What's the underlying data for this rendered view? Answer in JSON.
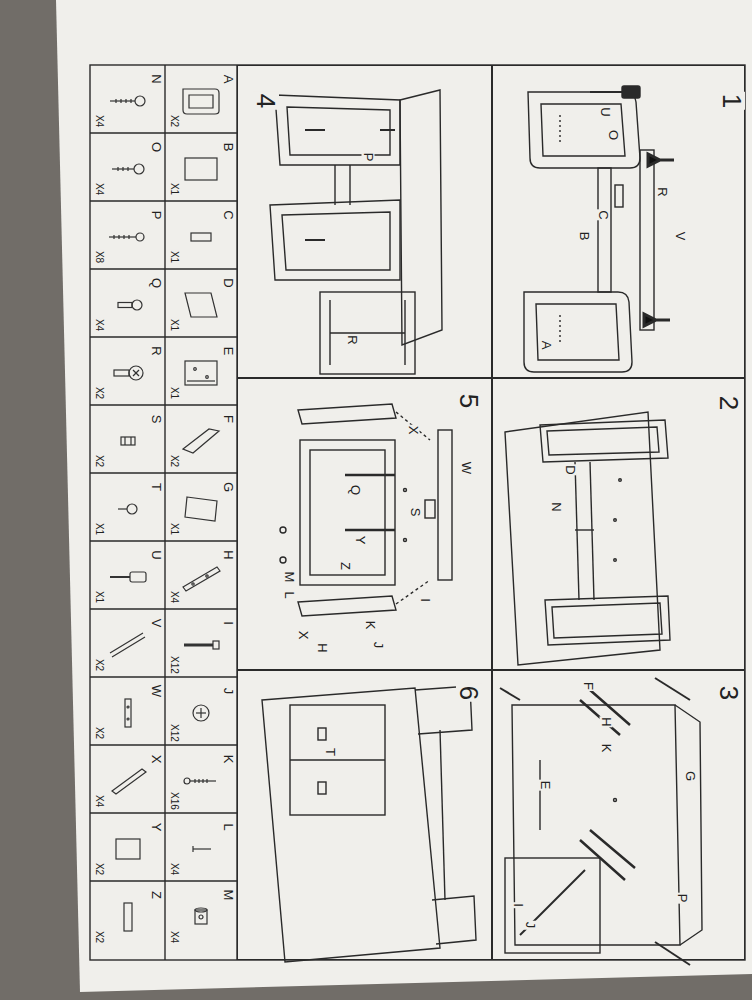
{
  "diagram": {
    "nodes": [
      {
        "text": [
          "1"
        ]
      },
      {
        "text": [
          "2"
        ]
      },
      {
        "text": [
          "3"
        ]
      },
      {
        "text": [
          "4"
        ]
      },
      {
        "text": [
          "5"
        ]
      },
      {
        "text": [
          "6"
        ]
      }
    ],
    "labels": [
      "U",
      "O",
      "R",
      "C",
      "V",
      "B",
      "A",
      "D",
      "N",
      "F",
      "H",
      "K",
      "G",
      "E",
      "P",
      "I",
      "J",
      "P",
      "R",
      "X",
      "W",
      "Q",
      "S",
      "Y",
      "Z",
      "M",
      "L",
      "I",
      "K",
      "J",
      "X",
      "H",
      "T",
      "A",
      "X2",
      "N",
      "X4",
      "B",
      "X1",
      "O",
      "X4",
      "C",
      "X1",
      "P",
      "X8",
      "D",
      "X1",
      "Q",
      "X4",
      "E",
      "X1",
      "R",
      "X2",
      "F",
      "X2",
      "S",
      "X2",
      "G",
      "X1",
      "T",
      "X1",
      "H",
      "X4",
      "U",
      "X1",
      "I",
      "X12",
      "V",
      "X2",
      "J",
      "X12",
      "W",
      "X2",
      "K",
      "X16",
      "X",
      "X4",
      "L",
      "X4",
      "Y",
      "X2",
      "M",
      "X4",
      "Z",
      "X2"
    ]
  }
}
